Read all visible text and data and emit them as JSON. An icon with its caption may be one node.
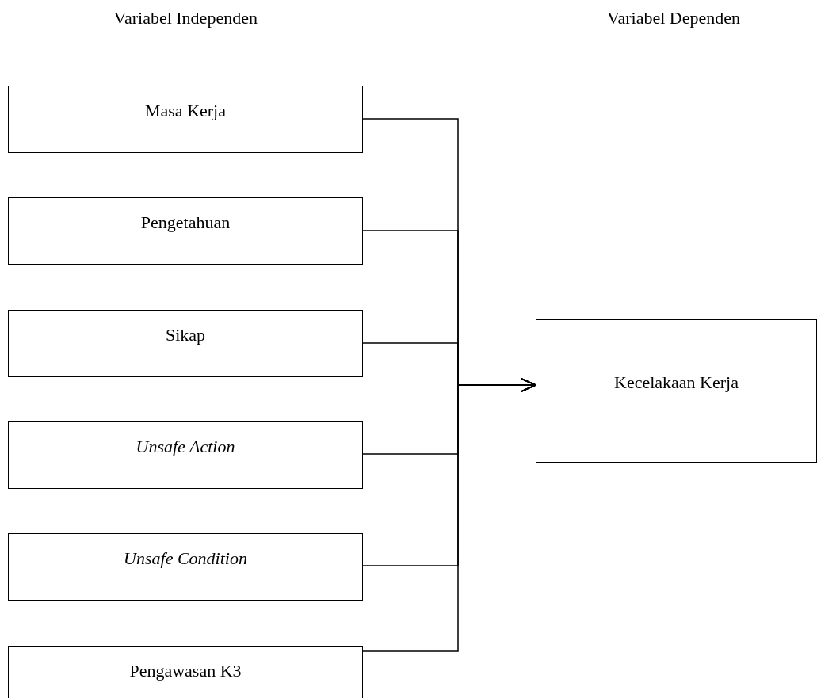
{
  "diagram": {
    "nodes": [
      {
        "text": [
          "Masa Kerja"
        ]
      },
      {
        "text": [
          "Pengetahuan"
        ]
      },
      {
        "text": [
          "Sikap"
        ]
      },
      {
        "text": [
          "Unsafe Action"
        ]
      },
      {
        "text": [
          "Unsafe Condition"
        ]
      },
      {
        "text": [
          "Pengawasan K3"
        ]
      },
      {
        "text": [
          "Kecelakaan Kerja"
        ]
      }
    ],
    "edges": [
      {
        "from": 0,
        "to": 6,
        "arrow": "to"
      },
      {
        "from": 1,
        "to": 6,
        "arrow": "to"
      },
      {
        "from": 2,
        "to": 6,
        "arrow": "to"
      },
      {
        "from": 3,
        "to": 6,
        "arrow": "to"
      },
      {
        "from": 4,
        "to": 6,
        "arrow": "to"
      },
      {
        "from": 5,
        "to": 6,
        "arrow": "to"
      }
    ],
    "labels": [
      "Variabel Independen",
      "Variabel Dependen"
    ]
  }
}
